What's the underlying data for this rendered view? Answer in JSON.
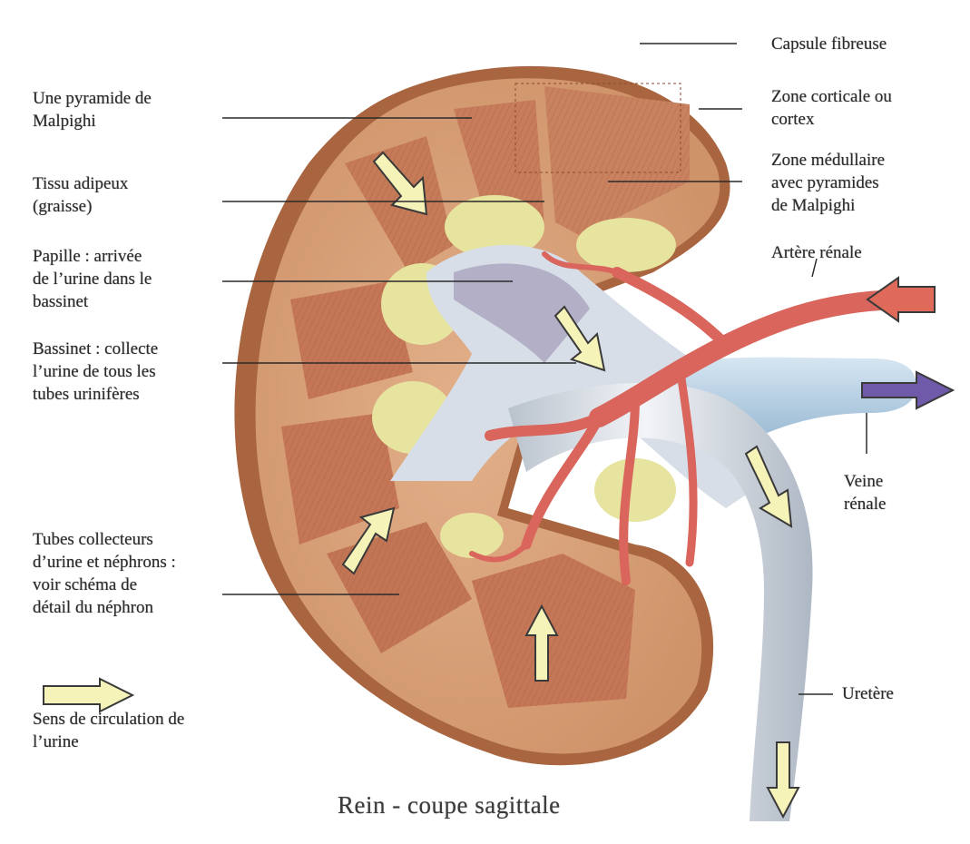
{
  "title": "Rein - coupe sagittale",
  "labels": {
    "capsule": "Capsule fibreuse",
    "cortex": "Zone corticale ou\ncortex",
    "medulla": "Zone médullaire\navec pyramides\nde Malpighi",
    "artery": "Artère rénale",
    "vein": "Veine\nrénale",
    "ureter": "Uretère",
    "pyramid": "Une pyramide de\nMalpighi",
    "fat": "Tissu adipeux\n(graisse)",
    "papilla": "Papille : arrivée\nde l’urine dans le\nbassinet",
    "pelvis": "Bassinet : collecte\nl’urine de tous les\ntubes urinifères",
    "tubes": "Tubes collecteurs\nd’urine et néphrons :\nvoir schéma de\ndétail du néphron"
  },
  "legend": {
    "text": "Sens de circulation de\nl’urine"
  },
  "colors": {
    "capsule_edge": "#9a5b3c",
    "cortex": "#d9a57c",
    "medulla": "#c9845e",
    "pyramid": "#c47657",
    "fat": "#e8e6a4",
    "pelvis": "#cdd6e2",
    "artery": "#d9655c",
    "vein": "#a9c5dc",
    "ureter": "#d3d9e1",
    "flow_arrow": "#f6f3b8"
  }
}
